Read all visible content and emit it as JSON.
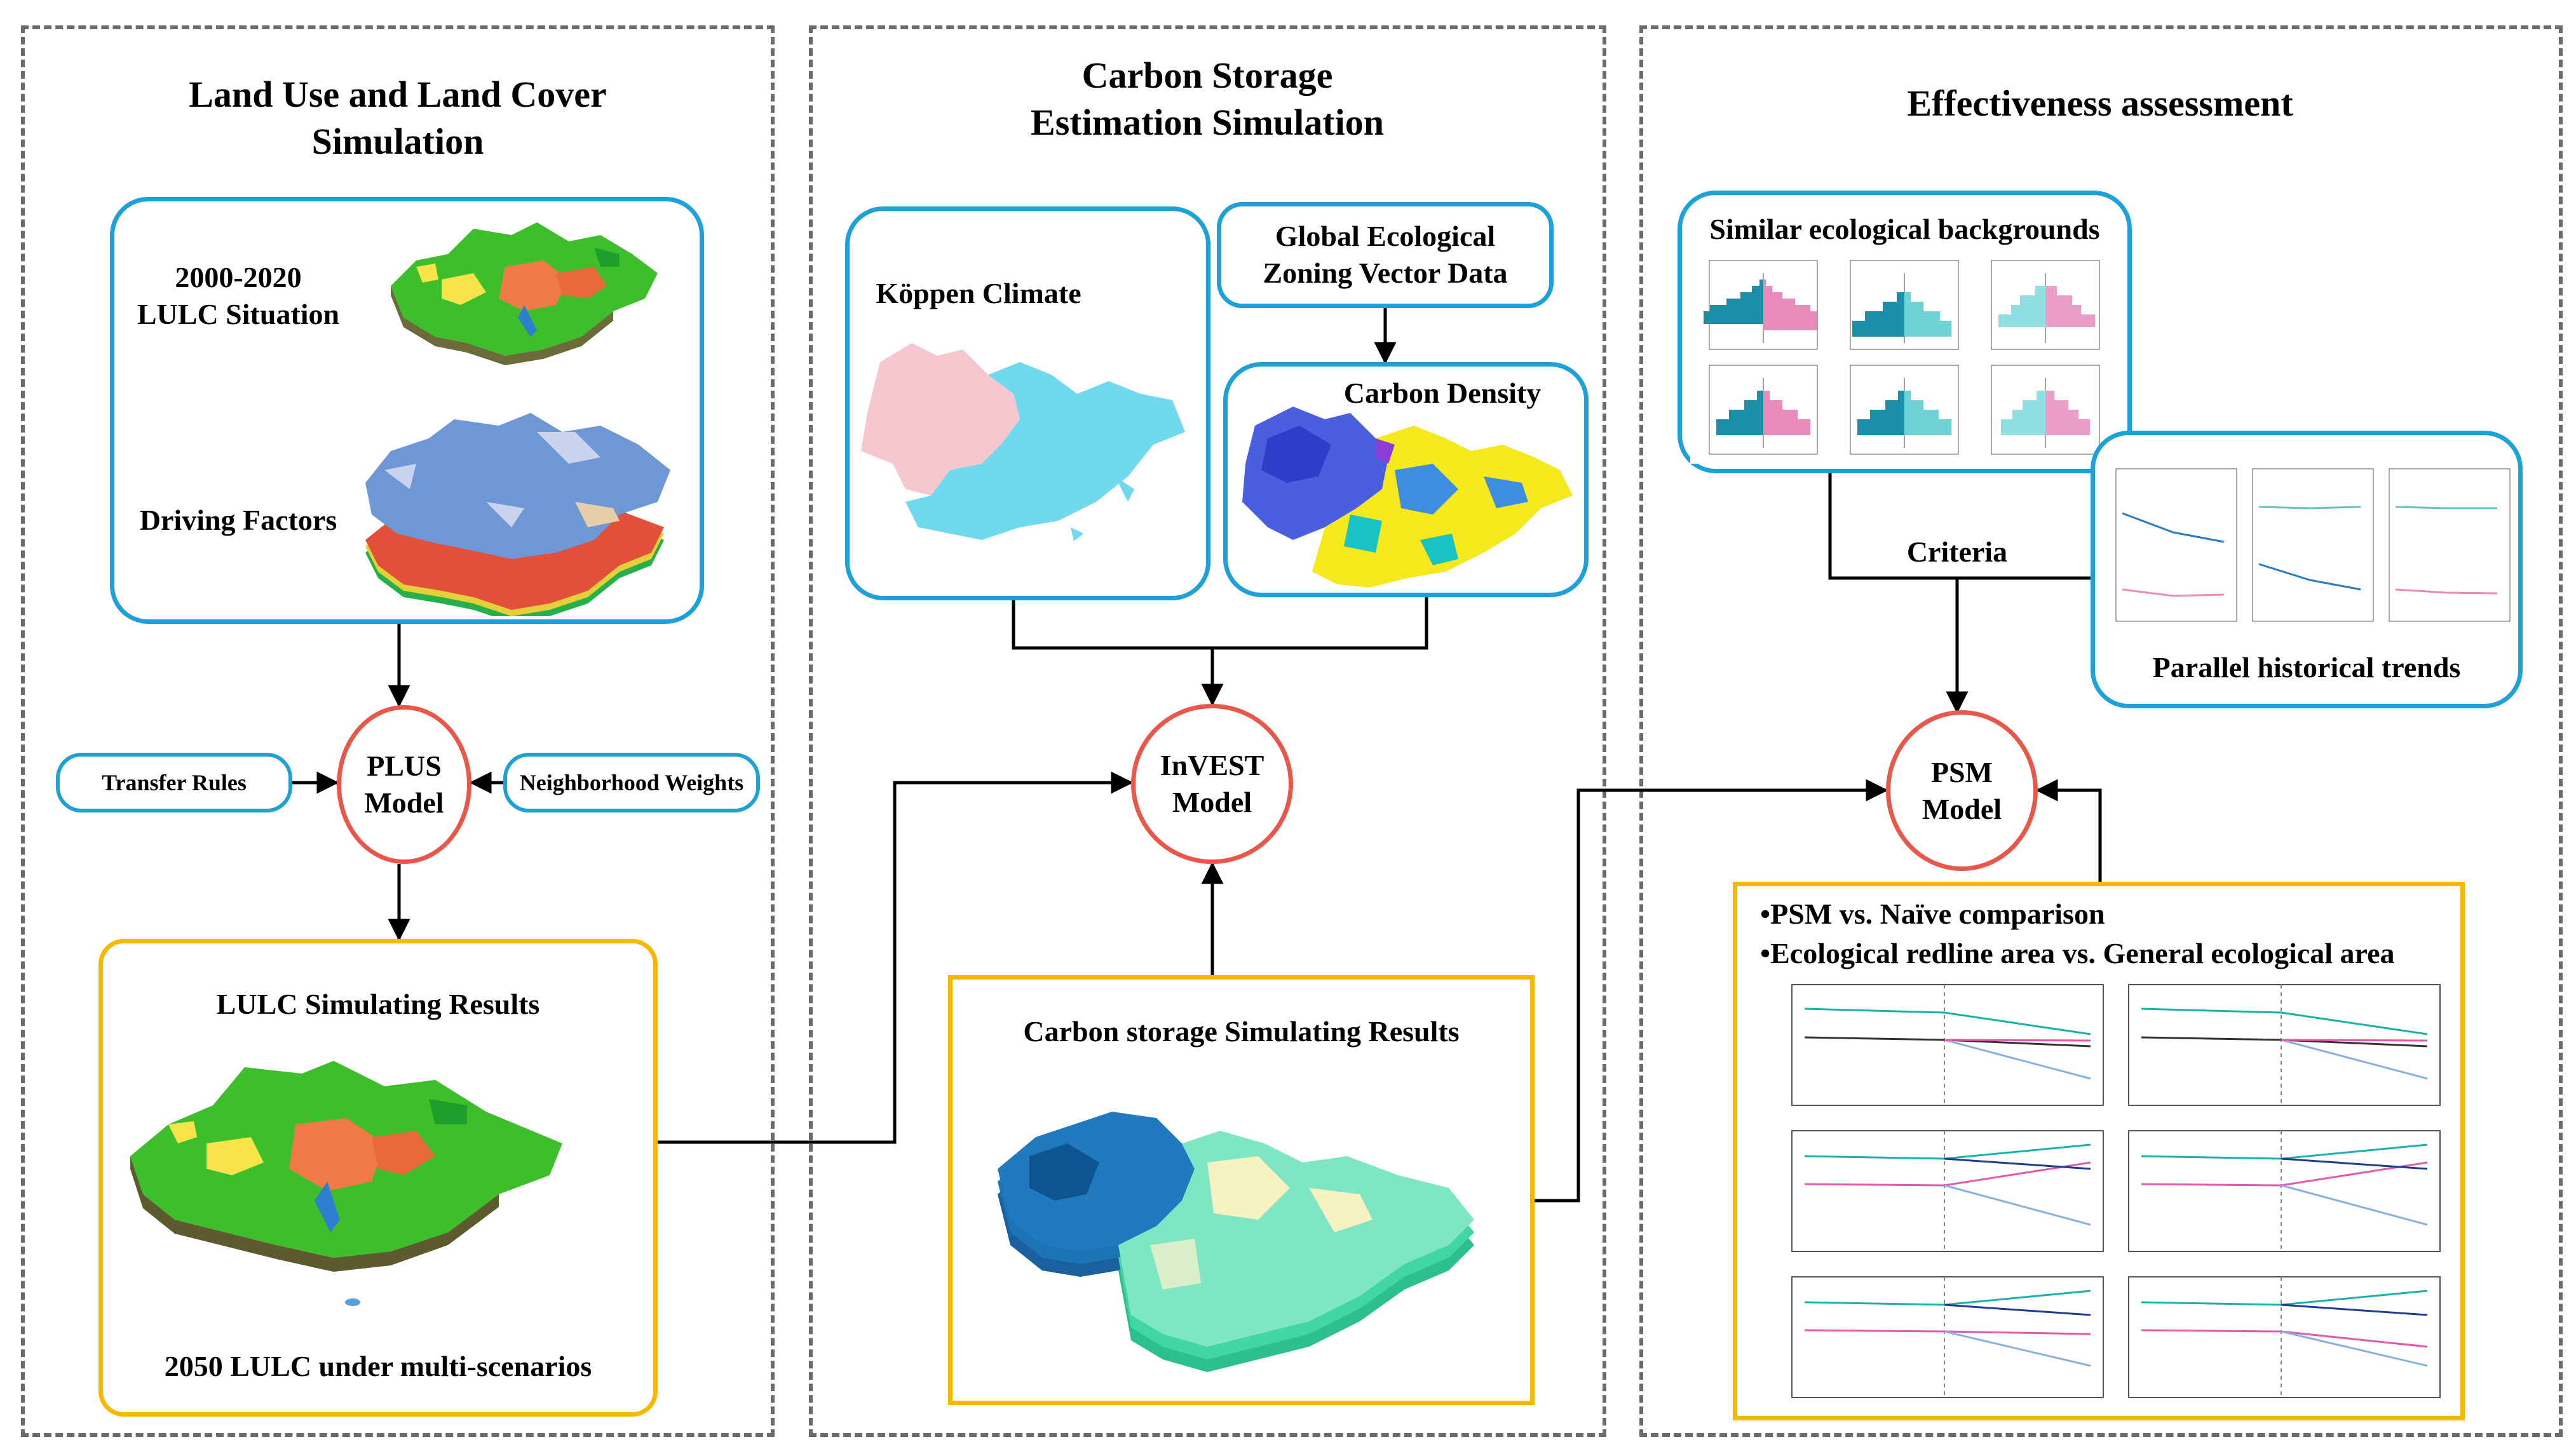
{
  "panels": {
    "lulc_title": "Land Use and Land Cover\nSimulation",
    "carbon_title": "Carbon Storage\nEstimation Simulation",
    "effect_title": "Effectiveness assessment"
  },
  "lulc": {
    "situation_label": "2000-2020\nLULC Situation",
    "driving_label": "Driving Factors",
    "transfer_rules": "Transfer Rules",
    "neighborhood": "Neighborhood Weights",
    "plus_model": "PLUS\nModel",
    "results_title": "LULC Simulating Results",
    "results_caption": "2050 LULC under multi-scenarios"
  },
  "carbon": {
    "koppen": "Köppen Climate",
    "global_zoning": "Global Ecological\nZoning  Vector Data",
    "density": "Carbon Density",
    "invest_model": "InVEST\nModel",
    "results_title": "Carbon storage Simulating Results"
  },
  "effect": {
    "similar": "Similar ecological backgrounds",
    "criteria": "Criteria",
    "parallel": "Parallel historical trends",
    "psm_model": "PSM\nModel",
    "bullet1": "•PSM vs. Naïve comparison",
    "bullet2": "•Ecological redline area vs. General ecological area"
  },
  "colors": {
    "panel_border": "#6b6b6b",
    "blue_box": "#1ea1d9",
    "yellow_box": "#f7b900",
    "model_circle": "#e8574a"
  }
}
